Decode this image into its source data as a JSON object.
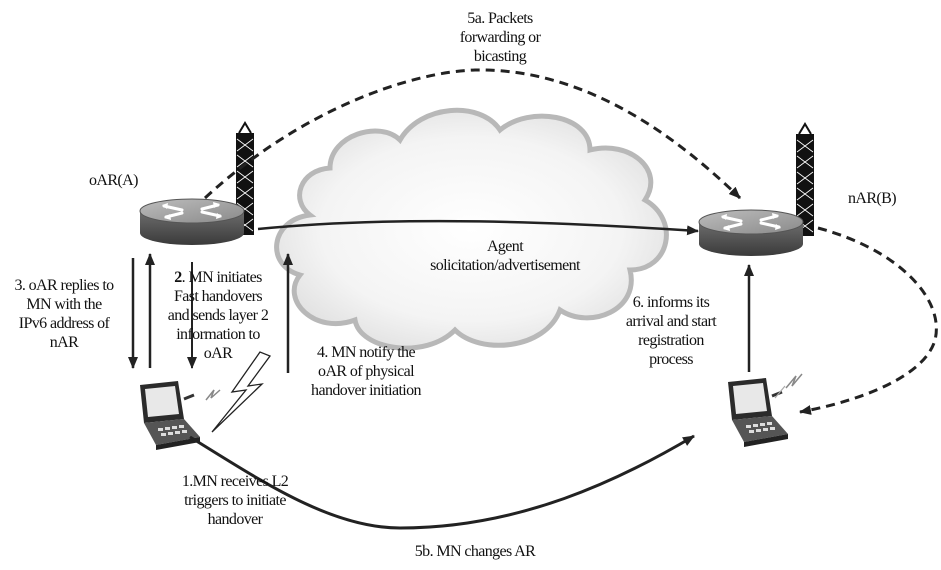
{
  "nodes": {
    "old_router": "oAR(A)",
    "new_router": "nAR(B)"
  },
  "steps": {
    "step1": [
      "1.MN receives L2",
      "triggers to initiate",
      "handover"
    ],
    "step2_num": "2",
    "step2": [
      ". MN initiates",
      "Fast handovers",
      "and sends layer 2",
      "information to",
      "oAR"
    ],
    "step3": [
      "3. oAR replies to",
      "MN with  the",
      "IPv6 address  of",
      "nAR"
    ],
    "step4": [
      "4. MN notify the",
      "oAR of physical",
      "handover initiation"
    ],
    "step5a": [
      "5a. Packets",
      "forwarding or",
      "bicasting"
    ],
    "step5b": "5b. MN changes AR",
    "step6": [
      "6. informs its",
      "arrival and start",
      "registration",
      "process"
    ]
  },
  "cloud_label": [
    "Agent",
    "solicitation/advertisement"
  ]
}
